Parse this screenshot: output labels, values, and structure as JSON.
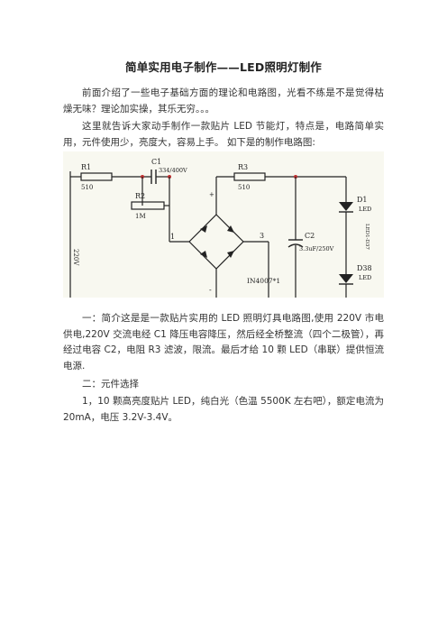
{
  "doc": {
    "title": "简单实用电子制作——LED照明灯制作",
    "p1": "前面介绍了一些电子基础方面的理论和电路图，光看不练是不是觉得枯燥无味？理论加实操，其乐无穷。。。",
    "p2": "这里就告诉大家动手制作一款贴片 LED 节能灯，特点是，电路简单实用，元件使用少，亮度大，容易上手。 如下是的制作电路图:",
    "p3": "一：简介这是是一款贴片实用的 LED 照明灯具电路图,使用 220V 市电供电,220V 交流电经 C1 降压电容降压，然后经全桥整流（四个二极管），再经过电容 C2，电阻 R3 滤波，限流。最后才给 10 颗 LED（串联）提供恒流电源.",
    "p4": "二：元件选择",
    "p5": "1，10 颗高亮度贴片 LED，纯白光（色温 5500K 左右吧），额定电流为 20mA，电压 3.2V-3.4V。"
  },
  "circuit": {
    "r1_label": "R1",
    "r1_value": "510",
    "c1_label": "C1",
    "c1_value": "334/400V",
    "r2_label": "R2",
    "r2_value": "1M",
    "r3_label": "R3",
    "r3_value": "510",
    "c2_label": "C2",
    "c2_value": "3.3uF/250V",
    "d1_label": "D1",
    "d1_value": "LED",
    "d38_label": "D38",
    "d38_value": "LED",
    "source_label": "220V",
    "node_1": "1",
    "node_3": "3",
    "node_plus": "+",
    "node_minus": "-",
    "bridge_label": "IN4007*1",
    "led_chain_label": "LED1-D37"
  }
}
